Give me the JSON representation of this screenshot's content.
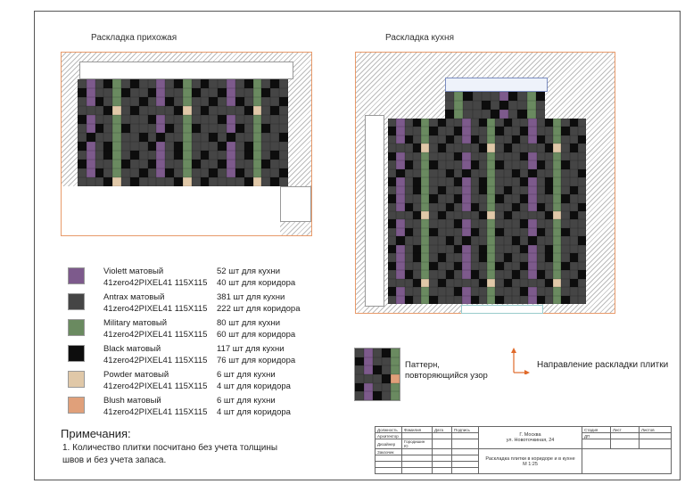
{
  "titles": {
    "hallway": "Раскладка прихожая",
    "kitchen": "Раскладка кухня"
  },
  "legend": [
    {
      "name": "Violett матовый",
      "code": "41zero42PIXEL41  115X115",
      "kitchen": "52 шт для кухни",
      "corridor": "40 шт для коридора",
      "color": "#7d5a8c"
    },
    {
      "name": "Antrax матовый",
      "code": "41zero42PIXEL41  115X115",
      "kitchen": "381  шт для кухни",
      "corridor": " 222 шт для коридора",
      "color": "#454545"
    },
    {
      "name": "Military матовый",
      "code": "41zero42PIXEL41  115X115",
      "kitchen": "80 шт для кухни",
      "corridor": "60 шт для коридора",
      "color": "#6a8a60"
    },
    {
      "name": "Black матовый",
      "code": "41zero42PIXEL41  115X115",
      "kitchen": "117 шт для кухни",
      "corridor": "76 шт для коридора",
      "color": "#0d0d0d"
    },
    {
      "name": "Powder матовый",
      "code": "41zero42PIXEL41  115X115",
      "kitchen": "6 шт для кухни",
      "corridor": "4 шт для коридора",
      "color": "#e0c8a8"
    },
    {
      "name": "Blush матовый",
      "code": "41zero42PIXEL41  115X115",
      "kitchen": "6 шт для кухни",
      "corridor": "4 шт для коридора",
      "color": "#e0a07a"
    }
  ],
  "pattern_label": "Паттерн,\nповторяющийся узор",
  "direction_label": "Направление раскладки плитки",
  "notes": {
    "heading": "Примечания:",
    "text": "1. Количество плитки посчитано без учета толщины\nшвов  и без учета запаса."
  },
  "stamp": {
    "headers": [
      "Должность",
      "Фамилия",
      "Дата",
      "Подпись"
    ],
    "rows": [
      [
        "Архитектор",
        "",
        "",
        ""
      ],
      [
        "Дизайнер",
        "Городишин Ю",
        "",
        ""
      ],
      [
        "Заказчик",
        "",
        "",
        ""
      ]
    ],
    "address": "Г. Москва\nул. Новоточкиная, 24",
    "sheet_title": "Раскладка плитки в коридоре и в кухне\nМ 1:25",
    "col_headers": [
      "Стадия",
      "Лист",
      "Листов"
    ],
    "stage": "ДП"
  }
}
